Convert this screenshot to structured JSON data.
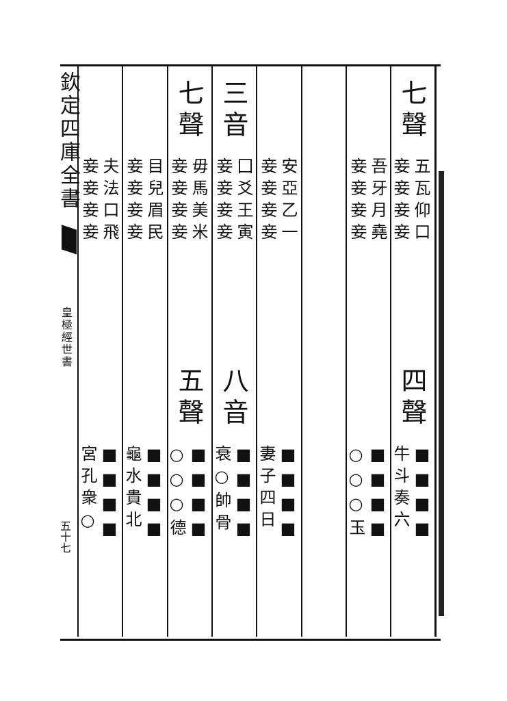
{
  "margin": {
    "title": "欽定四庫全書",
    "book": "皇極經世書",
    "page": "五十七"
  },
  "top": {
    "col1_heading": "七聲",
    "col1_rows": [
      "五瓦仰口",
      "妾妾妾妾"
    ],
    "col2_rows": [
      "吾牙月堯",
      "妾妾妾妾"
    ],
    "col4_rows": [
      "安亞乙一",
      "妾妾妾妾"
    ],
    "col5_heading": "三音",
    "col5_rows": [
      "囗爻王寅",
      "妾妾妾妾"
    ],
    "col6_heading": "七聲",
    "col6_rows": [
      "毋馬美米",
      "妾妾妾妾"
    ],
    "col7_rows": [
      "目兒眉民",
      "妾妾妾妾"
    ],
    "col8_rows": [
      "夫法口飛",
      "妾妾妾妾"
    ]
  },
  "bottom": {
    "col1_heading": "四聲",
    "col1_rows": [
      "■■■■",
      "牛斗奏六"
    ],
    "col2_rows": [
      "■■■■",
      "○○○玉"
    ],
    "col4_rows": [
      "■■■■",
      "妻子四日"
    ],
    "col5_heading": "八音",
    "col5_rows": [
      "■■■■",
      "衰○帥骨"
    ],
    "col6_heading": "五聲",
    "col6_rows": [
      "■■■■",
      "○○○德"
    ],
    "col7_rows": [
      "■■■■",
      "龜水貴北"
    ],
    "col8_rows": [
      "■■■■",
      "宮孔衆○"
    ]
  }
}
